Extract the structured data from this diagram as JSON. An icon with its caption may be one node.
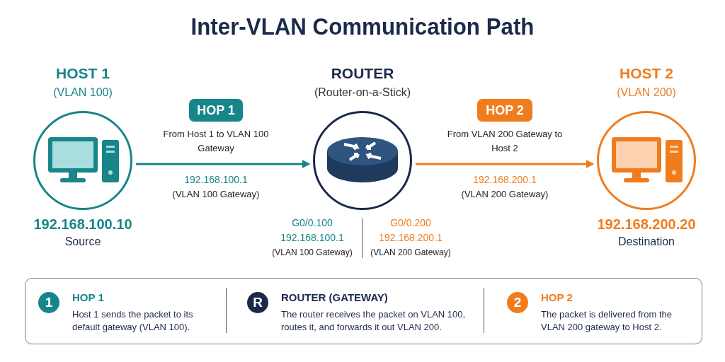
{
  "diagram": {
    "title": "Inter-VLAN Communication Path",
    "nodes": [
      {
        "text": [
          "HOST 1",
          "(VLAN 100)"
        ],
        "beside": [
          "192.168.100.10",
          "Source"
        ]
      },
      {
        "text": [
          "ROUTER",
          "(Router-on-a-Stick)"
        ]
      },
      {
        "text": [
          "HOST 2",
          "(VLAN 200)"
        ],
        "beside": [
          "192.168.200.20",
          "Destination"
        ]
      },
      {
        "text": [
          "HOP 1"
        ]
      },
      {
        "text": [
          "HOP 2"
        ]
      },
      {
        "text": [],
        "shape": "box"
      },
      {
        "text": [
          "1"
        ],
        "in": 5,
        "beside": [
          "HOP 1",
          "Host 1 sends the packet to its default gateway (VLAN 100)."
        ]
      },
      {
        "text": [
          "R"
        ],
        "in": 5,
        "beside": [
          "ROUTER (GATEWAY)",
          "The router receives the packet on VLAN 100, routes it, and forwards it out VLAN 200."
        ]
      },
      {
        "text": [
          "2"
        ],
        "in": 5,
        "beside": [
          "HOP 2",
          "The packet is delivered from the VLAN 200 gateway to Host 2."
        ]
      }
    ],
    "edges": [
      {
        "from": 0,
        "to": 1,
        "arrow": "to",
        "label": "From Host 1 to VLAN 100 Gateway",
        "color": "#17858a"
      },
      {
        "from": 1,
        "to": 2,
        "arrow": "to",
        "label": "From VLAN 200 Gateway to Host 2",
        "color": "#f07c1e"
      }
    ],
    "labels": [
      "192.168.100.1",
      "(VLAN 100 Gateway)",
      "192.168.200.1",
      "(VLAN 200 Gateway)",
      "G0/0.100",
      "192.168.100.1",
      "(VLAN 100 Gateway)",
      "G0/0.200",
      "192.168.200.1",
      "(VLAN 200 Gateway)"
    ]
  }
}
